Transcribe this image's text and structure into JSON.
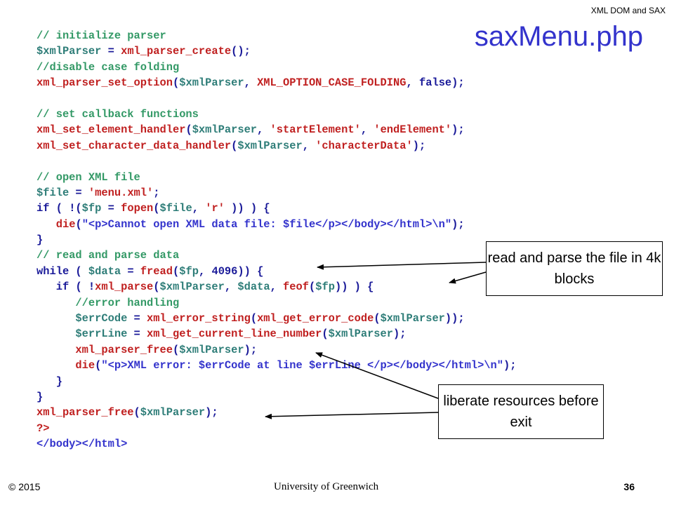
{
  "slide": {
    "header_note": "XML DOM and SAX",
    "title": "saxMenu.php",
    "code_lines": [
      [
        [
          "// initialize parser",
          "#339966"
        ]
      ],
      [
        [
          "$xmlParser",
          "#2e7d78"
        ],
        [
          " = ",
          "#1a1a99"
        ],
        [
          "xml_parser_create",
          "#c02020"
        ],
        [
          "();",
          "#1a1a99"
        ]
      ],
      [
        [
          "//disable case folding",
          "#339966"
        ]
      ],
      [
        [
          "xml_parser_set_option",
          "#c02020"
        ],
        [
          "(",
          "#1a1a99"
        ],
        [
          "$xmlParser",
          "#2e7d78"
        ],
        [
          ", ",
          "#1a1a99"
        ],
        [
          "XML_OPTION_CASE_FOLDING",
          "#c02020"
        ],
        [
          ", ",
          "#1a1a99"
        ],
        [
          "false",
          "#1a1a99"
        ],
        [
          ");",
          "#1a1a99"
        ]
      ],
      [],
      [
        [
          "// set callback functions",
          "#339966"
        ]
      ],
      [
        [
          "xml_set_element_handler",
          "#c02020"
        ],
        [
          "(",
          "#1a1a99"
        ],
        [
          "$xmlParser",
          "#2e7d78"
        ],
        [
          ", ",
          "#1a1a99"
        ],
        [
          "'startElement'",
          "#c02020"
        ],
        [
          ", ",
          "#1a1a99"
        ],
        [
          "'endElement'",
          "#c02020"
        ],
        [
          ");",
          "#1a1a99"
        ]
      ],
      [
        [
          "xml_set_character_data_handler",
          "#c02020"
        ],
        [
          "(",
          "#1a1a99"
        ],
        [
          "$xmlParser",
          "#2e7d78"
        ],
        [
          ", ",
          "#1a1a99"
        ],
        [
          "'characterData'",
          "#c02020"
        ],
        [
          ");",
          "#1a1a99"
        ]
      ],
      [],
      [
        [
          "// open XML file",
          "#339966"
        ]
      ],
      [
        [
          "$file",
          "#2e7d78"
        ],
        [
          " = ",
          "#1a1a99"
        ],
        [
          "'menu.xml'",
          "#c02020"
        ],
        [
          ";",
          "#1a1a99"
        ]
      ],
      [
        [
          "if",
          "#1a1a99"
        ],
        [
          " ( !(",
          "#1a1a99"
        ],
        [
          "$fp",
          "#2e7d78"
        ],
        [
          " = ",
          "#1a1a99"
        ],
        [
          "fopen",
          "#c02020"
        ],
        [
          "(",
          "#1a1a99"
        ],
        [
          "$file",
          "#2e7d78"
        ],
        [
          ", ",
          "#1a1a99"
        ],
        [
          "'r'",
          "#c02020"
        ],
        [
          " )) ) {",
          "#1a1a99"
        ]
      ],
      [
        [
          "   ",
          "#1a1a99"
        ],
        [
          "die",
          "#c02020"
        ],
        [
          "(",
          "#1a1a99"
        ],
        [
          "\"<p>Cannot open XML data file: $file</p></body></html>\\n\"",
          "#3333cc"
        ],
        [
          ");",
          "#1a1a99"
        ]
      ],
      [
        [
          "}",
          "#1a1a99"
        ]
      ],
      [
        [
          "// read and parse data",
          "#339966"
        ]
      ],
      [
        [
          "while",
          "#1a1a99"
        ],
        [
          " ( ",
          "#1a1a99"
        ],
        [
          "$data",
          "#2e7d78"
        ],
        [
          " = ",
          "#1a1a99"
        ],
        [
          "fread",
          "#c02020"
        ],
        [
          "(",
          "#1a1a99"
        ],
        [
          "$fp",
          "#2e7d78"
        ],
        [
          ", ",
          "#1a1a99"
        ],
        [
          "4096",
          "#1a1a99"
        ],
        [
          ")) {",
          "#1a1a99"
        ]
      ],
      [
        [
          "   ",
          "#1a1a99"
        ],
        [
          "if",
          "#1a1a99"
        ],
        [
          " ( !",
          "#1a1a99"
        ],
        [
          "xml_parse",
          "#c02020"
        ],
        [
          "(",
          "#1a1a99"
        ],
        [
          "$xmlParser",
          "#2e7d78"
        ],
        [
          ", ",
          "#1a1a99"
        ],
        [
          "$data",
          "#2e7d78"
        ],
        [
          ", ",
          "#1a1a99"
        ],
        [
          "feof",
          "#c02020"
        ],
        [
          "(",
          "#1a1a99"
        ],
        [
          "$fp",
          "#2e7d78"
        ],
        [
          ")) ) {",
          "#1a1a99"
        ]
      ],
      [
        [
          "      ",
          "#1a1a99"
        ],
        [
          "//error handling",
          "#339966"
        ]
      ],
      [
        [
          "      ",
          "#1a1a99"
        ],
        [
          "$errCode",
          "#2e7d78"
        ],
        [
          " = ",
          "#1a1a99"
        ],
        [
          "xml_error_string",
          "#c02020"
        ],
        [
          "(",
          "#1a1a99"
        ],
        [
          "xml_get_error_code",
          "#c02020"
        ],
        [
          "(",
          "#1a1a99"
        ],
        [
          "$xmlParser",
          "#2e7d78"
        ],
        [
          "));",
          "#1a1a99"
        ]
      ],
      [
        [
          "      ",
          "#1a1a99"
        ],
        [
          "$errLine",
          "#2e7d78"
        ],
        [
          " = ",
          "#1a1a99"
        ],
        [
          "xml_get_current_line_number",
          "#c02020"
        ],
        [
          "(",
          "#1a1a99"
        ],
        [
          "$xmlParser",
          "#2e7d78"
        ],
        [
          ");",
          "#1a1a99"
        ]
      ],
      [
        [
          "      ",
          "#1a1a99"
        ],
        [
          "xml_parser_free",
          "#c02020"
        ],
        [
          "(",
          "#1a1a99"
        ],
        [
          "$xmlParser",
          "#2e7d78"
        ],
        [
          ");",
          "#1a1a99"
        ]
      ],
      [
        [
          "      ",
          "#1a1a99"
        ],
        [
          "die",
          "#c02020"
        ],
        [
          "(",
          "#1a1a99"
        ],
        [
          "\"<p>XML error: $errCode at line $errLine </p></body></html>\\n\"",
          "#3333cc"
        ],
        [
          ");",
          "#1a1a99"
        ]
      ],
      [
        [
          "   }",
          "#1a1a99"
        ]
      ],
      [
        [
          "}",
          "#1a1a99"
        ]
      ],
      [
        [
          "xml_parser_free",
          "#c02020"
        ],
        [
          "(",
          "#1a1a99"
        ],
        [
          "$xmlParser",
          "#2e7d78"
        ],
        [
          ");",
          "#1a1a99"
        ]
      ],
      [
        [
          "?>",
          "#c02020"
        ]
      ],
      [
        [
          "</body></html>",
          "#3333cc"
        ]
      ]
    ],
    "callouts": {
      "read_parse": "read and parse the file in 4k blocks",
      "liberate": "liberate resources before exit"
    },
    "footer": {
      "copyright": "© 2015",
      "university": "University of Greenwich",
      "page": "36"
    }
  }
}
